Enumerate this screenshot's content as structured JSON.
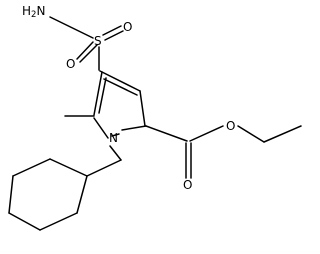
{
  "molecule": {
    "atoms": {
      "amine": "H2N",
      "amine_prefix": "H",
      "amine_subscript": "2",
      "amine_suffix": "N",
      "sulfur": "S",
      "sulfonyl_oxygen_left": "O",
      "sulfonyl_oxygen_right": "O",
      "ring_nitrogen": "N",
      "ester_ether_oxygen": "O",
      "carbonyl_oxygen": "O"
    }
  }
}
